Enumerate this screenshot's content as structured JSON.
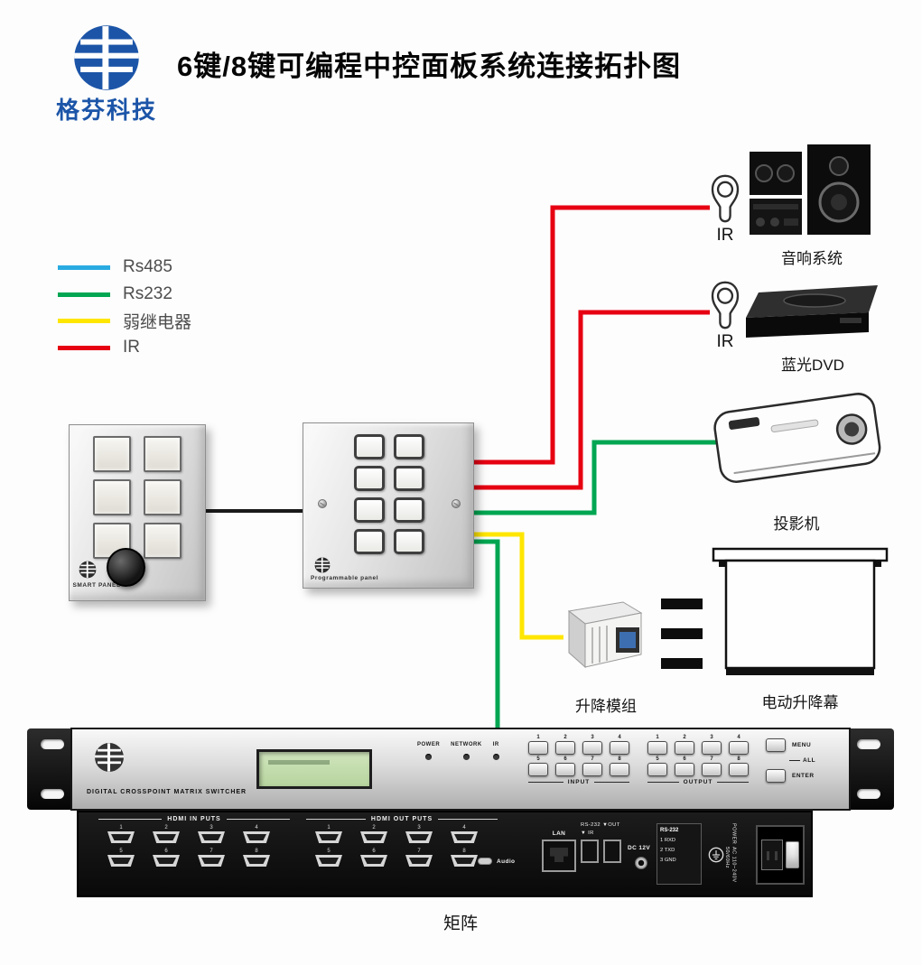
{
  "header": {
    "logo_text": "格芬科技",
    "title": "6键/8键可编程中控面板系统连接拓扑图"
  },
  "legend": {
    "items": [
      {
        "label": "Rs485",
        "color": "#29abe2"
      },
      {
        "label": "Rs232",
        "color": "#00a651"
      },
      {
        "label": "弱继电器",
        "color": "#ffe600"
      },
      {
        "label": "IR",
        "color": "#e60012"
      }
    ]
  },
  "wire_colors": {
    "link": "#1a1a1a"
  },
  "panels": {
    "smart": {
      "brand": "SMART PANEL"
    },
    "programmable": {
      "brand": "Programmable panel"
    }
  },
  "devices": {
    "ir_top": {
      "label": "IR"
    },
    "ir_mid": {
      "label": "IR"
    },
    "audio": {
      "label": "音响系统"
    },
    "bluray": {
      "label": "蓝光DVD"
    },
    "projector": {
      "label": "投影机"
    },
    "lift_module": {
      "label": "升降模组"
    },
    "screen": {
      "label": "电动升降幕"
    },
    "matrix": {
      "label": "矩阵"
    }
  },
  "matrix_front": {
    "brand": "DIGITAL CROSSPOINT MATRIX SWITCHER",
    "leds": [
      {
        "label": "POWER"
      },
      {
        "label": "NETWORK"
      },
      {
        "label": "IR"
      }
    ],
    "groups": [
      {
        "label": "INPUT"
      },
      {
        "label": "OUTPUT"
      }
    ],
    "numbers_top": [
      "1",
      "2",
      "3",
      "4"
    ],
    "numbers_bottom": [
      "5",
      "6",
      "7",
      "8"
    ],
    "menu": "MENU",
    "all": "ALL",
    "enter": "ENTER"
  },
  "matrix_rear": {
    "hdmi_in": "HDMI IN PUTS",
    "hdmi_out": "HDMI OUT PUTS",
    "port_numbers_top": [
      "1",
      "2",
      "3",
      "4"
    ],
    "port_numbers_bottom": [
      "5",
      "6",
      "7",
      "8"
    ],
    "audio": "Audio",
    "lan": "LAN",
    "rs232_out": "RS-232 ▼OUT",
    "ir": "▼ IR",
    "dc": "DC 12V",
    "terminal": {
      "title": "RS-232",
      "pins": [
        "1 RXD",
        "2 TXD",
        "3 GND"
      ]
    },
    "power_word": "POWER",
    "power_spec": "AC 110~240V 50/60Hz"
  }
}
